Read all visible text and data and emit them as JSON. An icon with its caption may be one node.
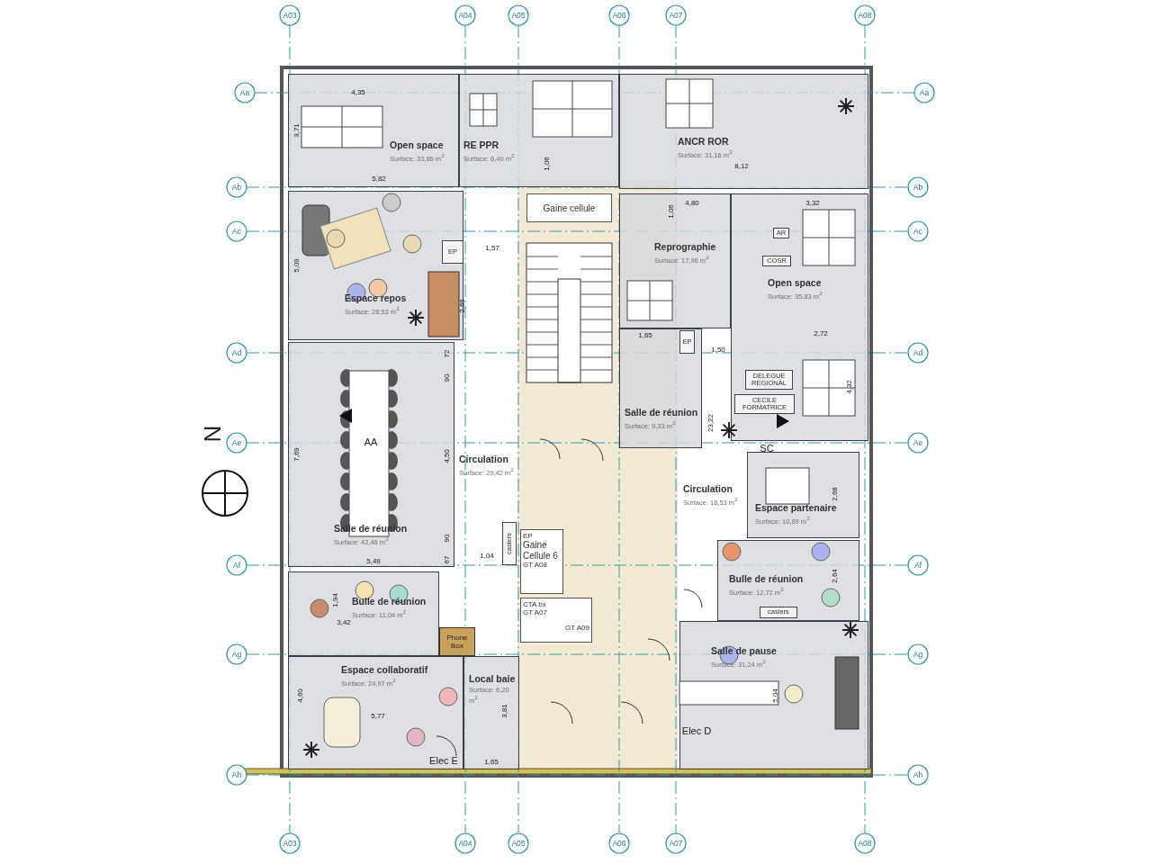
{
  "diagram": {
    "nodes": [
      {
        "text": [
          "Open space",
          "Surface: 33,86 m$^{2}$"
        ]
      },
      {
        "text": [
          "RE PPR",
          "Surface: 6,40 m$^{2}$"
        ]
      },
      {
        "text": [
          "ANCR ROR",
          "Surface: 31,16 m$^{2}$"
        ]
      },
      {
        "text": [
          "Espace repos",
          "Surface: 28,53 m$^{2}$"
        ]
      },
      {
        "text": [
          "Gaine cellule"
        ]
      },
      {
        "text": [
          "EP"
        ],
        "in": 3
      },
      {
        "text": [
          "Reprographie",
          "Surface: 17,96 m$^{2}$"
        ]
      },
      {
        "text": [
          "Open space",
          "Surface: 35,83 m$^{2}$"
        ]
      },
      {
        "text": [
          "AR"
        ],
        "in": 7
      },
      {
        "text": [
          "COSR"
        ],
        "in": 7
      },
      {
        "text": [
          "Salle de réunion",
          "Surface: 9,33 m$^{2}$"
        ]
      },
      {
        "text": [
          "EP"
        ],
        "in": 10
      },
      {
        "text": [
          "DELEGUE REGIONAL"
        ],
        "in": 7
      },
      {
        "text": [
          "CECILE FORMATRICE"
        ],
        "in": 7
      },
      {
        "text": [
          "Salle de réunion",
          "Surface: 42,46 m$^{2}$"
        ]
      },
      {
        "text": [
          "Circulation",
          "Surface: 29,42 m$^{2}$"
        ]
      },
      {
        "text": [
          "Circulation",
          "Surface: 16,53 m$^{2}$"
        ]
      },
      {
        "text": [
          "Espace partenaire",
          "Surface: 10,89 m$^{2}$"
        ]
      },
      {
        "text": [
          "casiers"
        ]
      },
      {
        "text": [
          "EP",
          "Gaine Cellule 6",
          "GT A08"
        ]
      },
      {
        "text": [
          "CTA bx GT A07",
          "GT A09"
        ]
      },
      {
        "text": [
          "Bulle de réunion",
          "Surface: 12,72 m$^{2}$"
        ]
      },
      {
        "text": [
          "casiers"
        ],
        "in": 21
      },
      {
        "text": [
          "Bulle de réunion",
          "Surface: 11,04 m$^{2}$"
        ]
      },
      {
        "text": [
          "Phone Box"
        ]
      },
      {
        "text": [
          "Espace collaboratif",
          "Surface: 24,97 m$^{2}$"
        ]
      },
      {
        "text": [
          "Local baie",
          "Surface: 6,20 m$^{2}$"
        ]
      },
      {
        "text": [
          "Salle de pause",
          "Surface: 31,24 m$^{2}$"
        ]
      }
    ],
    "labels": [
      "A03",
      "A04",
      "A05",
      "A06",
      "A07",
      "A08",
      "Aa",
      "Aa",
      "Ab",
      "Ab",
      "Ac",
      "Ac",
      "Ad",
      "Ad",
      "Ae",
      "Ae",
      "Af",
      "Af",
      "Ag",
      "Ag",
      "Ah",
      "Ah",
      "A03",
      "A04",
      "A05",
      "A06",
      "A07",
      "A08",
      "4,35",
      "3,71",
      "5,82",
      "1,06",
      "8,12",
      "4,80",
      "3,32",
      "1,06",
      "1,57",
      "5,09",
      "2,66",
      "1,65",
      "2,72",
      "1,50",
      "72",
      "90",
      "4,32",
      "23,22",
      "N",
      "AA",
      "SC",
      "7,69",
      "4,50",
      "2,68",
      "90",
      "5,49",
      "1,04",
      "67",
      "2,64",
      "1,94",
      "3,42",
      "4,60",
      "5,04",
      "3,81",
      "5,77",
      "Elec D",
      "Elec E",
      "1,65"
    ]
  }
}
